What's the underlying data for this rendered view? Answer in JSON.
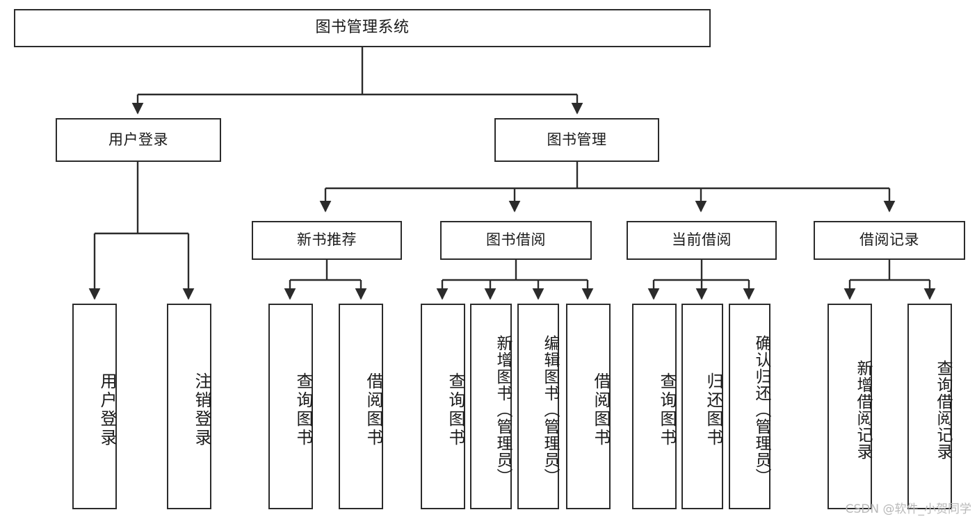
{
  "diagram": {
    "title": "图书管理系统",
    "watermark": "CSDN @软件_小贺同学",
    "root": {
      "label": "图书管理系统"
    },
    "level2": [
      {
        "id": "user-login",
        "label": "用户登录"
      },
      {
        "id": "book-manage",
        "label": "图书管理"
      }
    ],
    "level3": [
      {
        "id": "new-book-recommend",
        "label": "新书推荐"
      },
      {
        "id": "book-borrow",
        "label": "图书借阅"
      },
      {
        "id": "current-borrow",
        "label": "当前借阅"
      },
      {
        "id": "borrow-record",
        "label": "借阅记录"
      }
    ],
    "leaves": [
      {
        "id": "leaf-user-login",
        "label": "用户登录"
      },
      {
        "id": "leaf-logout-login",
        "label": "注销登录"
      },
      {
        "id": "leaf-query-book-1",
        "label": "查询图书"
      },
      {
        "id": "leaf-borrow-book-1",
        "label": "借阅图书"
      },
      {
        "id": "leaf-query-book-2",
        "label": "查询图书"
      },
      {
        "id": "leaf-add-book",
        "label": "新增图书（管理员）"
      },
      {
        "id": "leaf-edit-book",
        "label": "编辑图书（管理员）"
      },
      {
        "id": "leaf-borrow-book-2",
        "label": "借阅图书"
      },
      {
        "id": "leaf-query-book-3",
        "label": "查询图书"
      },
      {
        "id": "leaf-return-book",
        "label": "归还图书"
      },
      {
        "id": "leaf-confirm-return",
        "label": "确认归还（管理员）"
      },
      {
        "id": "leaf-add-record",
        "label": "新增借阅记录"
      },
      {
        "id": "leaf-query-record",
        "label": "查询借阅记录"
      }
    ],
    "colors": {
      "stroke": "#2b2b2b",
      "fill": "#ffffff",
      "text": "#1a1a1a",
      "watermark": "#b9b9b9"
    }
  }
}
